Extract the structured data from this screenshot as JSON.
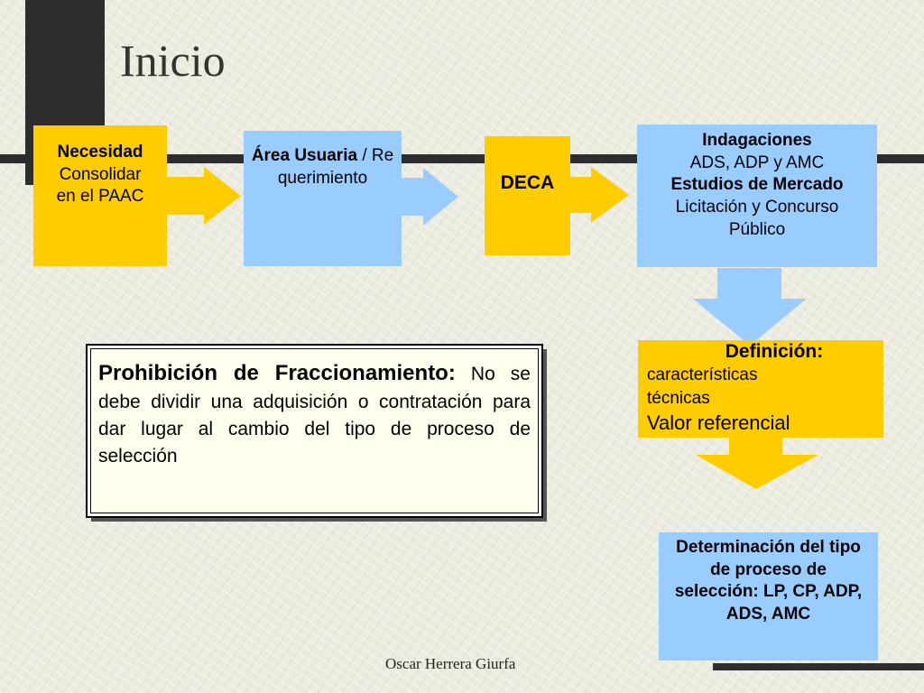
{
  "title": "Inicio",
  "footer": "Oscar Herrera Giurfa",
  "colors": {
    "yellow": "#ffcc00",
    "blue": "#99ccff",
    "bar": "#2d2d2d",
    "arrow_blue": "#99ccff",
    "arrow_yellow": "#ffcc00"
  },
  "boxes": {
    "necesidad": {
      "bold": "Necesidad",
      "text": "Consolidar en el PAAC"
    },
    "area": {
      "bold": "Área Usuaria",
      "text": " / Requerimiento"
    },
    "deca": {
      "bold": "DECA"
    },
    "indagaciones": {
      "bold1": "Indagaciones",
      "text1": "ADS, ADP y AMC",
      "bold2": "Estudios de Mercado",
      "text2": " Licitación y Concurso Público"
    },
    "definicion": {
      "bold": "Definición:",
      "text1": "características técnicas",
      "text2": "Valor referencial"
    },
    "determinacion": {
      "bold": "Determinación del tipo de proceso de selección: LP, CP, ADP, ADS, AMC"
    },
    "prohibicion": {
      "bold": "Prohibición de Fraccionamiento:",
      "text": " No se debe dividir una adquisición o contratación para dar lugar al cambio del tipo de proceso de selección"
    }
  }
}
